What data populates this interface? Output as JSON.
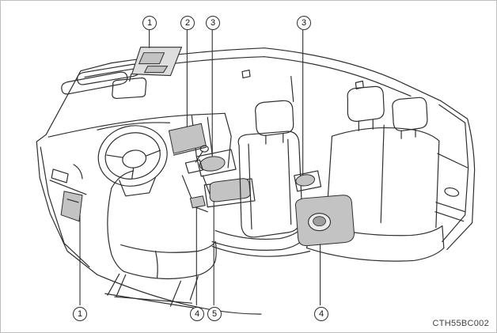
{
  "figure": {
    "code": "CTH55BC002"
  },
  "callouts": {
    "top": [
      {
        "label": "1"
      },
      {
        "label": "2"
      },
      {
        "label": "3"
      },
      {
        "label": "3"
      }
    ],
    "bottom": [
      {
        "label": "1"
      },
      {
        "label": "4"
      },
      {
        "label": "5"
      },
      {
        "label": "4"
      }
    ]
  },
  "colors": {
    "line": "#2e2e2e",
    "shade": "#c3c3c3",
    "shade_light": "#dedede",
    "background": "#ffffff",
    "border": "#bdbdbd"
  }
}
